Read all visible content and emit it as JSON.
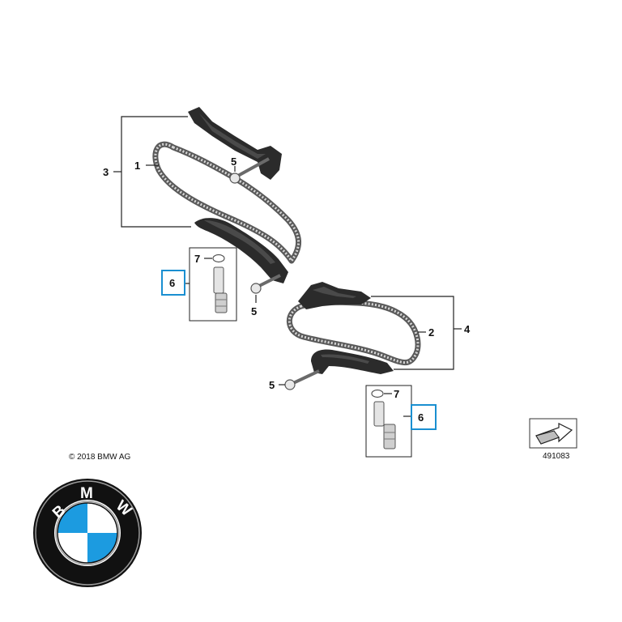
{
  "copyright": "© 2018 BMW AG",
  "diagram_id": "491083",
  "callouts": {
    "chain_upper": "1",
    "chain_lower": "2",
    "rail_set_upper": "3",
    "rail_set_lower": "4",
    "screw_top": "5",
    "screw_mid": "5",
    "screw_bottom": "5",
    "tensioner_left": "6",
    "tensioner_right": "6",
    "oring_left": "7",
    "oring_right": "7"
  },
  "colors": {
    "highlight": "#1a8fd1",
    "logo_blue": "#1c9be0",
    "logo_ring": "#111111"
  },
  "logo": {
    "letters": [
      "B",
      "M",
      "W"
    ]
  }
}
